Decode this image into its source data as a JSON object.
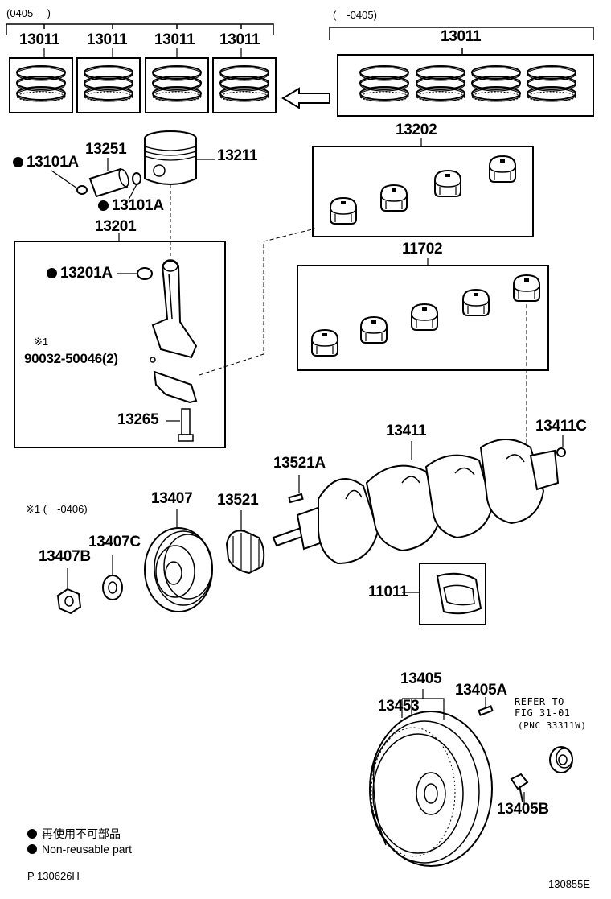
{
  "bracket_left": "(0405-　)",
  "bracket_right": "(　-0405)",
  "notes": {
    "mark1": "※1",
    "mark1_range": "※1 (　-0406)"
  },
  "labels": {
    "p13011": "13011",
    "p13202": "13202",
    "p11702": "11702",
    "p13251": "13251",
    "p13211": "13211",
    "p13101A": "13101A",
    "p13201": "13201",
    "p13201A": "13201A",
    "p90032": "90032-50046(2)",
    "p13265": "13265",
    "p13411": "13411",
    "p13411C": "13411C",
    "p13521A": "13521A",
    "p13407": "13407",
    "p13521": "13521",
    "p13407C": "13407C",
    "p13407B": "13407B",
    "p11011": "11011",
    "p13405": "13405",
    "p13405A": "13405A",
    "p13453": "13453",
    "p13405B": "13405B"
  },
  "refer": {
    "line1": "REFER TO",
    "line2": "FIG 31-01",
    "line3": "(PNC 33311W)"
  },
  "legend": {
    "jp": "再使用不可部品",
    "en": "Non-reusable part"
  },
  "footer": {
    "left": "P 130626H",
    "right": "130855E"
  }
}
